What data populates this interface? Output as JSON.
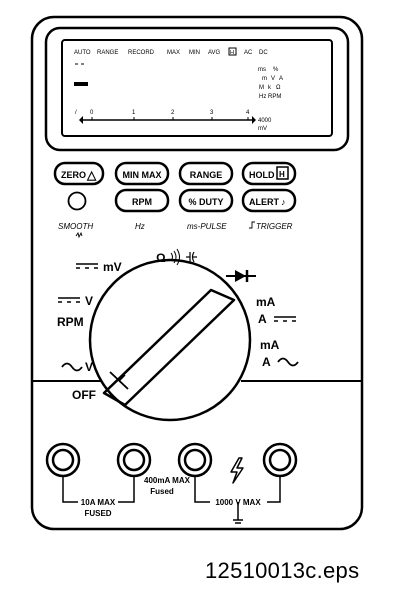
{
  "display": {
    "annunciators": [
      "AUTO",
      "RANGE",
      "RECORD",
      "MAX",
      "MIN",
      "AVG",
      "H",
      "AC",
      "DC"
    ],
    "right_units": [
      "ms",
      "%",
      "m",
      "V",
      "A",
      "M",
      "k",
      "Ω",
      "Hz",
      "RPM"
    ],
    "bargraph_ticks": [
      "0",
      "1",
      "2",
      "3",
      "4",
      "4000"
    ],
    "bargraph_end_unit": "mV"
  },
  "buttons": [
    {
      "label": "ZERO",
      "symbol": "△"
    },
    {
      "label": "MIN MAX"
    },
    {
      "label": "RANGE"
    },
    {
      "label": "HOLD",
      "symbol": "H"
    },
    {
      "label": "RPM"
    },
    {
      "label": "% DUTY"
    },
    {
      "label": "ALERT",
      "symbol": "♪"
    }
  ],
  "button_captions": {
    "smooth": "SMOOTH",
    "hz": "Hz",
    "pulse": "ms-PULSE",
    "trigger": "TRIGGER"
  },
  "dial": {
    "mv": "mV",
    "ohm": "Ω",
    "vdc": "V",
    "rpm": "RPM",
    "vac": "V",
    "off": "OFF",
    "ma_dc": "mA",
    "a_dc": "A",
    "ma_ac": "mA",
    "a_ac": "A"
  },
  "jacks": {
    "label_10a": "10A MAX",
    "label_10a_fused": "FUSED",
    "label_ma": "400mA MAX",
    "label_ma_fused": "Fused",
    "label_1000v": "1000 V MAX"
  },
  "caption": "12510013c.eps"
}
